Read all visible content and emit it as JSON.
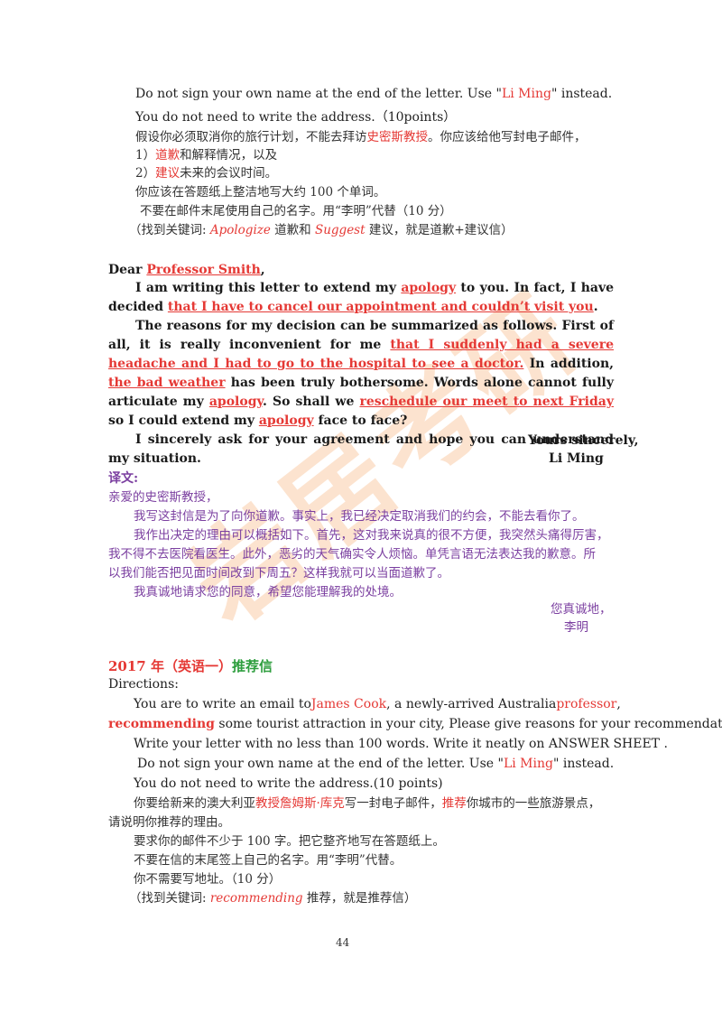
{
  "colors": {
    "keyword_red": "#e53935",
    "translation_purple": "#7b3fa0",
    "heading_green": "#2e9e3e",
    "watermark_orange": "#f4a261"
  },
  "watermark": "岩居考研",
  "top": {
    "l1": "Do not sign your own name at the end of   the letter. Use \"",
    "l1_name": "Li Ming",
    "l1_end": "\" instead.",
    "l2": "You do not need to write the address.（10points）",
    "l3a": "假设你必须取消你的旅行计划，不能去拜访",
    "l3b": "史密斯教授",
    "l3c": "。你应该给他写封电子邮件，",
    "l4a": "1）",
    "l4b": "道歉",
    "l4c": "和解释情况，以及",
    "l5a": "2）",
    "l5b": "建议",
    "l5c": "未来的会议时间。",
    "l6": "你应该在答题纸上整洁地写大约 100 个单词。",
    "l7": "不要在邮件末尾使用自己的名字。用“李明”代替（10 分）",
    "l8a": "（找到关键词: ",
    "l8b": "Apologize",
    "l8c": " 道歉和 ",
    "l8d": "Suggest",
    "l8e": " 建议，就是道歉+建议信）"
  },
  "letter": {
    "dear": "Dear ",
    "dear_name": "Professor Smith",
    "dear_comma": ",",
    "p1a": "I am writing this letter to extend my ",
    "p1b": "apology",
    "p1c": " to you. In fact, I have decided ",
    "p1d": "that I have to cancel our appointment and couldn’t visit you",
    "p1e": ".",
    "p2a": "The reasons for my decision can be summarized as follows. First of all, it is really inconvenient for me ",
    "p2b": "that I suddenly had a severe headache and I had to go to the hospital to see a doctor.",
    "p2c": " In addition, ",
    "p2d": "the bad weather",
    "p2e": " has been truly bothersome. Words alone cannot fully articulate my ",
    "p2f": "apology",
    "p2g": ". So shall we ",
    "p2h": "reschedule our meet to next Friday",
    "p2i": " so I could extend my ",
    "p2j": "apology",
    "p2k": " face to face?",
    "p3": "I sincerely ask for your agreement and hope you can understand my situation.",
    "closing": "Yours sincerely,",
    "signature": "Li Ming"
  },
  "translation": {
    "label": "译文:",
    "greeting": "亲爱的史密斯教授，",
    "t1": "我写这封信是为了向你道歉。事实上，我已经决定取消我们的约会，不能去看你了。",
    "t2a": "我作出决定的理由可以概括如下。首先，这对我来说真的很不方便，我突然头痛得厉害，",
    "t2b": "我不得不去医院看医生。此外，恶劣的天气确实令人烦恼。单凭言语无法表达我的歉意。所",
    "t2c": "以我们能否把见面时间改到下周五？这样我就可以当面道歉了。",
    "t3": "我真诚地请求您的同意，希望您能理解我的处境。",
    "closing": "您真诚地，",
    "signature": "李明"
  },
  "section2017": {
    "year": "2017 年",
    "paper": "（英语一）",
    "type": "推荐信",
    "directions": "Directions:",
    "d1a": "You are to write an email to ",
    "d1b": "James Cook",
    "d1c": ", a newly-arrived Australia ",
    "d1d": "professor",
    "d1e": ",",
    "d2a": "recommending",
    "d2b": " some tourist attraction in your city, Please give reasons for your recommendation.",
    "d3": "Write your letter with no less than 100 words. Write it neatly on ANSWER SHEET .",
    "d4a": "Do not sign your own name at the end of the letter. Use \"",
    "d4b": "Li Ming",
    "d4c": "\" instead.",
    "d5": "You do not need to write the address.(10 points)",
    "c1a": "你要给新来的澳大利亚",
    "c1b": "教授詹姆斯·库克",
    "c1c": "写一封电子邮件，",
    "c1d": "推荐",
    "c1e": "你城市的一些旅游景点，",
    "c2": "请说明你推荐的理由。",
    "c3": "要求你的邮件不少于 100 字。把它整齐地写在答题纸上。",
    "c4": "不要在信的末尾签上自己的名字。用“李明”代替。",
    "c5": "你不需要写地址。（10 分）",
    "c6a": "（找到关键词:   ",
    "c6b": "recommending",
    "c6c": " 推荐，就是推荐信）"
  },
  "page_number": "44"
}
